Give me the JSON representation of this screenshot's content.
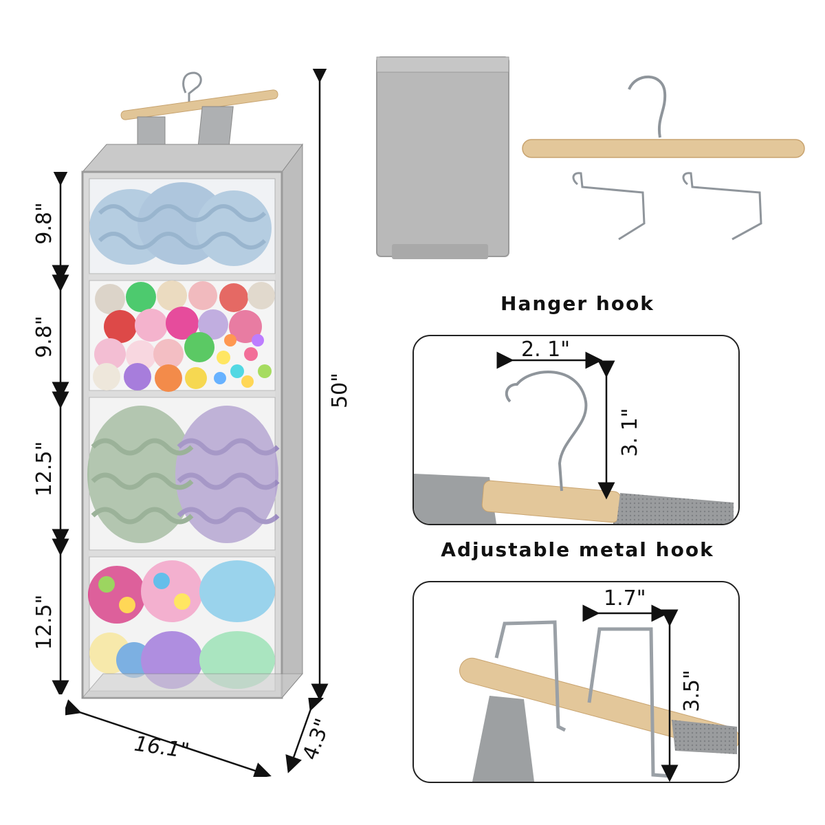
{
  "organizer": {
    "dimensions": {
      "shelf_1": "9.8\"",
      "shelf_2": "9.8\"",
      "shelf_3": "12.5\"",
      "shelf_4": "12.5\"",
      "total_height": "50\"",
      "width": "16.1\"",
      "depth": "4.3\""
    }
  },
  "hanger_hook": {
    "caption": "Hanger hook",
    "width": "2. 1\"",
    "height": "3. 1\""
  },
  "metal_hook": {
    "caption": "Adjustable metal hook",
    "width": "1.7\"",
    "height": "3.5\""
  },
  "colors": {
    "fabric": "#b8b8b8",
    "wood": "#e3c79a",
    "metal": "#9aa0a6",
    "yarn_blue": "#a8c4dc",
    "yarn_green": "#a9bfa6",
    "yarn_purple": "#b7a8d2"
  }
}
